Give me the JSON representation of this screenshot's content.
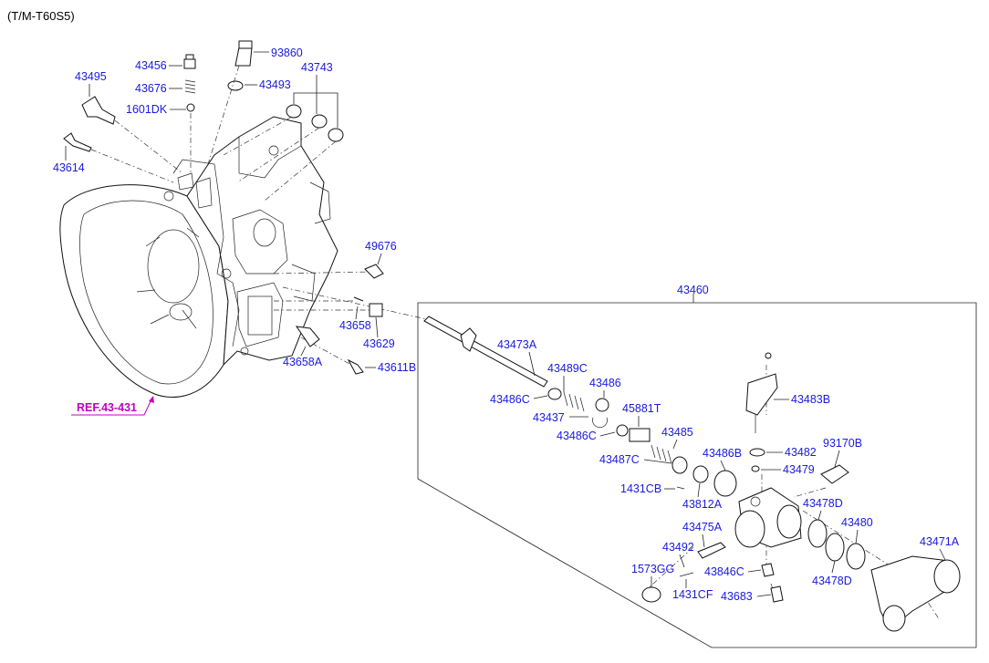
{
  "header": {
    "model_code": "(T/M-T60S5)"
  },
  "reference": {
    "label": "REF.43-431",
    "color": "#c000c0"
  },
  "colors": {
    "label": "#1a1adc",
    "line": "#222222"
  },
  "parts": {
    "p93860": "93860",
    "p43456": "43456",
    "p43743": "43743",
    "p43495": "43495",
    "p43676": "43676",
    "p43493": "43493",
    "p1601DK": "1601DK",
    "p43614": "43614",
    "p49676": "49676",
    "p43658": "43658",
    "p43629": "43629",
    "p43658A": "43658A",
    "p43611B": "43611B",
    "p43460": "43460",
    "p43473A": "43473A",
    "p43489C": "43489C",
    "p43486": "43486",
    "p43486C_a": "43486C",
    "p43437": "43437",
    "p45881T": "45881T",
    "p43486C_b": "43486C",
    "p43485": "43485",
    "p43483B": "43483B",
    "p43482": "43482",
    "p43487C": "43487C",
    "p43486B": "43486B",
    "p93170B": "93170B",
    "p43479": "43479",
    "p1431CB": "1431CB",
    "p43812A": "43812A",
    "p43478D_a": "43478D",
    "p43480": "43480",
    "p43475A": "43475A",
    "p43471A": "43471A",
    "p43492": "43492",
    "p1573GG": "1573GG",
    "p43846C": "43846C",
    "p43478D_b": "43478D",
    "p1431CF": "1431CF",
    "p43683": "43683"
  }
}
